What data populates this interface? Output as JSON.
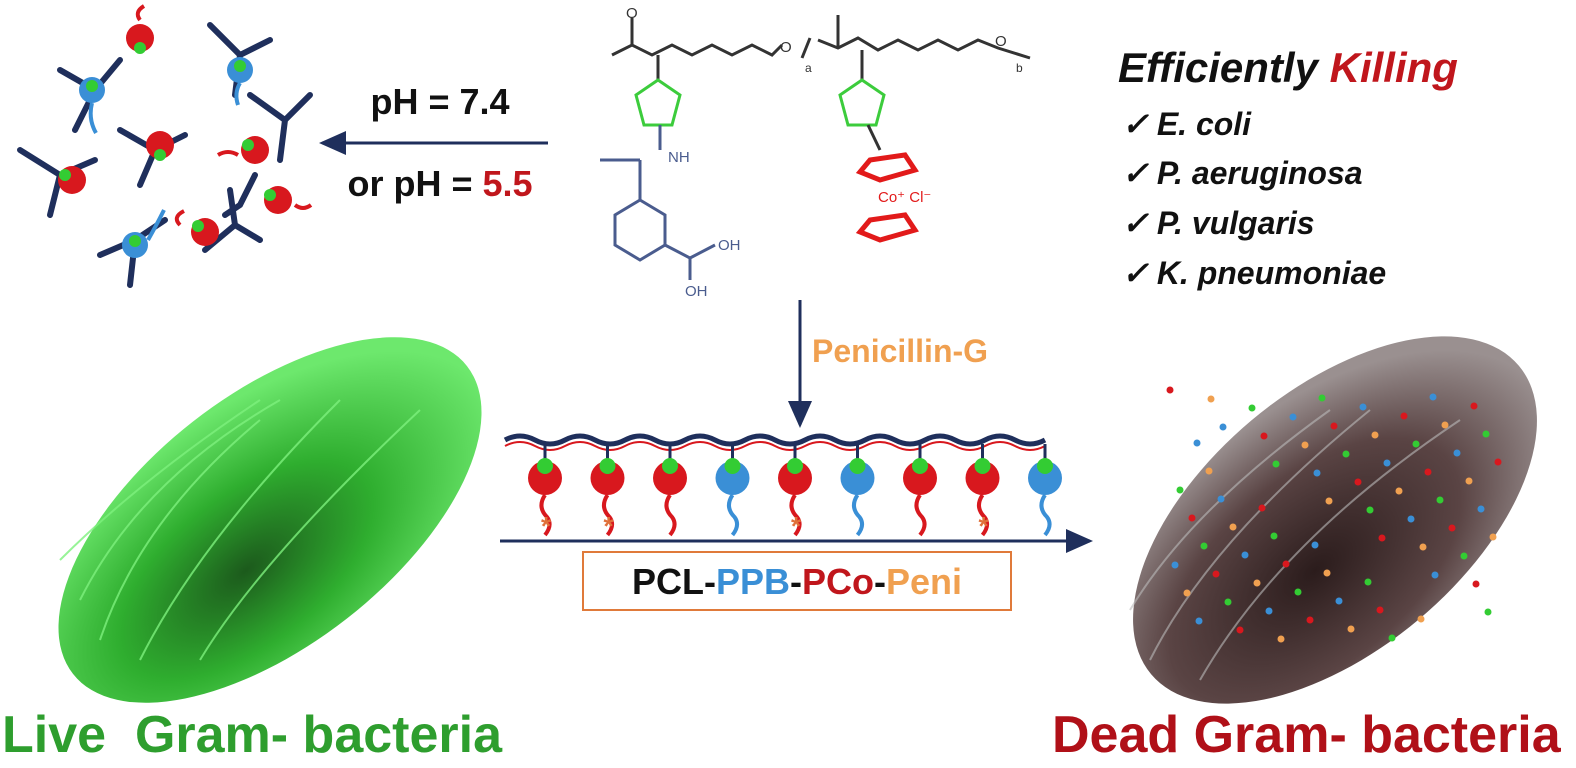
{
  "reaction": {
    "condition_line1": "pH = 7.4",
    "condition_line2_prefix": "or pH = ",
    "condition_line2_value": "5.5"
  },
  "structure": {
    "carbonyl_o": "O",
    "ester_o": "O",
    "subscript_a": "a",
    "subscript_b": "b",
    "nh": "NH",
    "oh1": "OH",
    "oh2": "OH",
    "cobalt": "Co⁺ Cl⁻"
  },
  "step": {
    "reagent": "Penicillin-G"
  },
  "product": {
    "parts": [
      "PCL",
      "-",
      "PPB",
      "-",
      "PCo",
      "-",
      "Peni"
    ]
  },
  "killing": {
    "title_prefix": "Efficiently ",
    "title_highlight": "Killing",
    "check": "✓",
    "items": [
      "E. coli",
      "P. aeruginosa",
      "P. vulgaris",
      "K. pneumoniae"
    ]
  },
  "labels": {
    "live": "Live  Gram- bacteria",
    "dead": "Dead Gram- bacteria"
  },
  "colors": {
    "green": "#2e9e2e",
    "red": "#c0161c",
    "blue": "#3a8fd6",
    "orange": "#f0a050",
    "navy": "#1f2f5c"
  }
}
